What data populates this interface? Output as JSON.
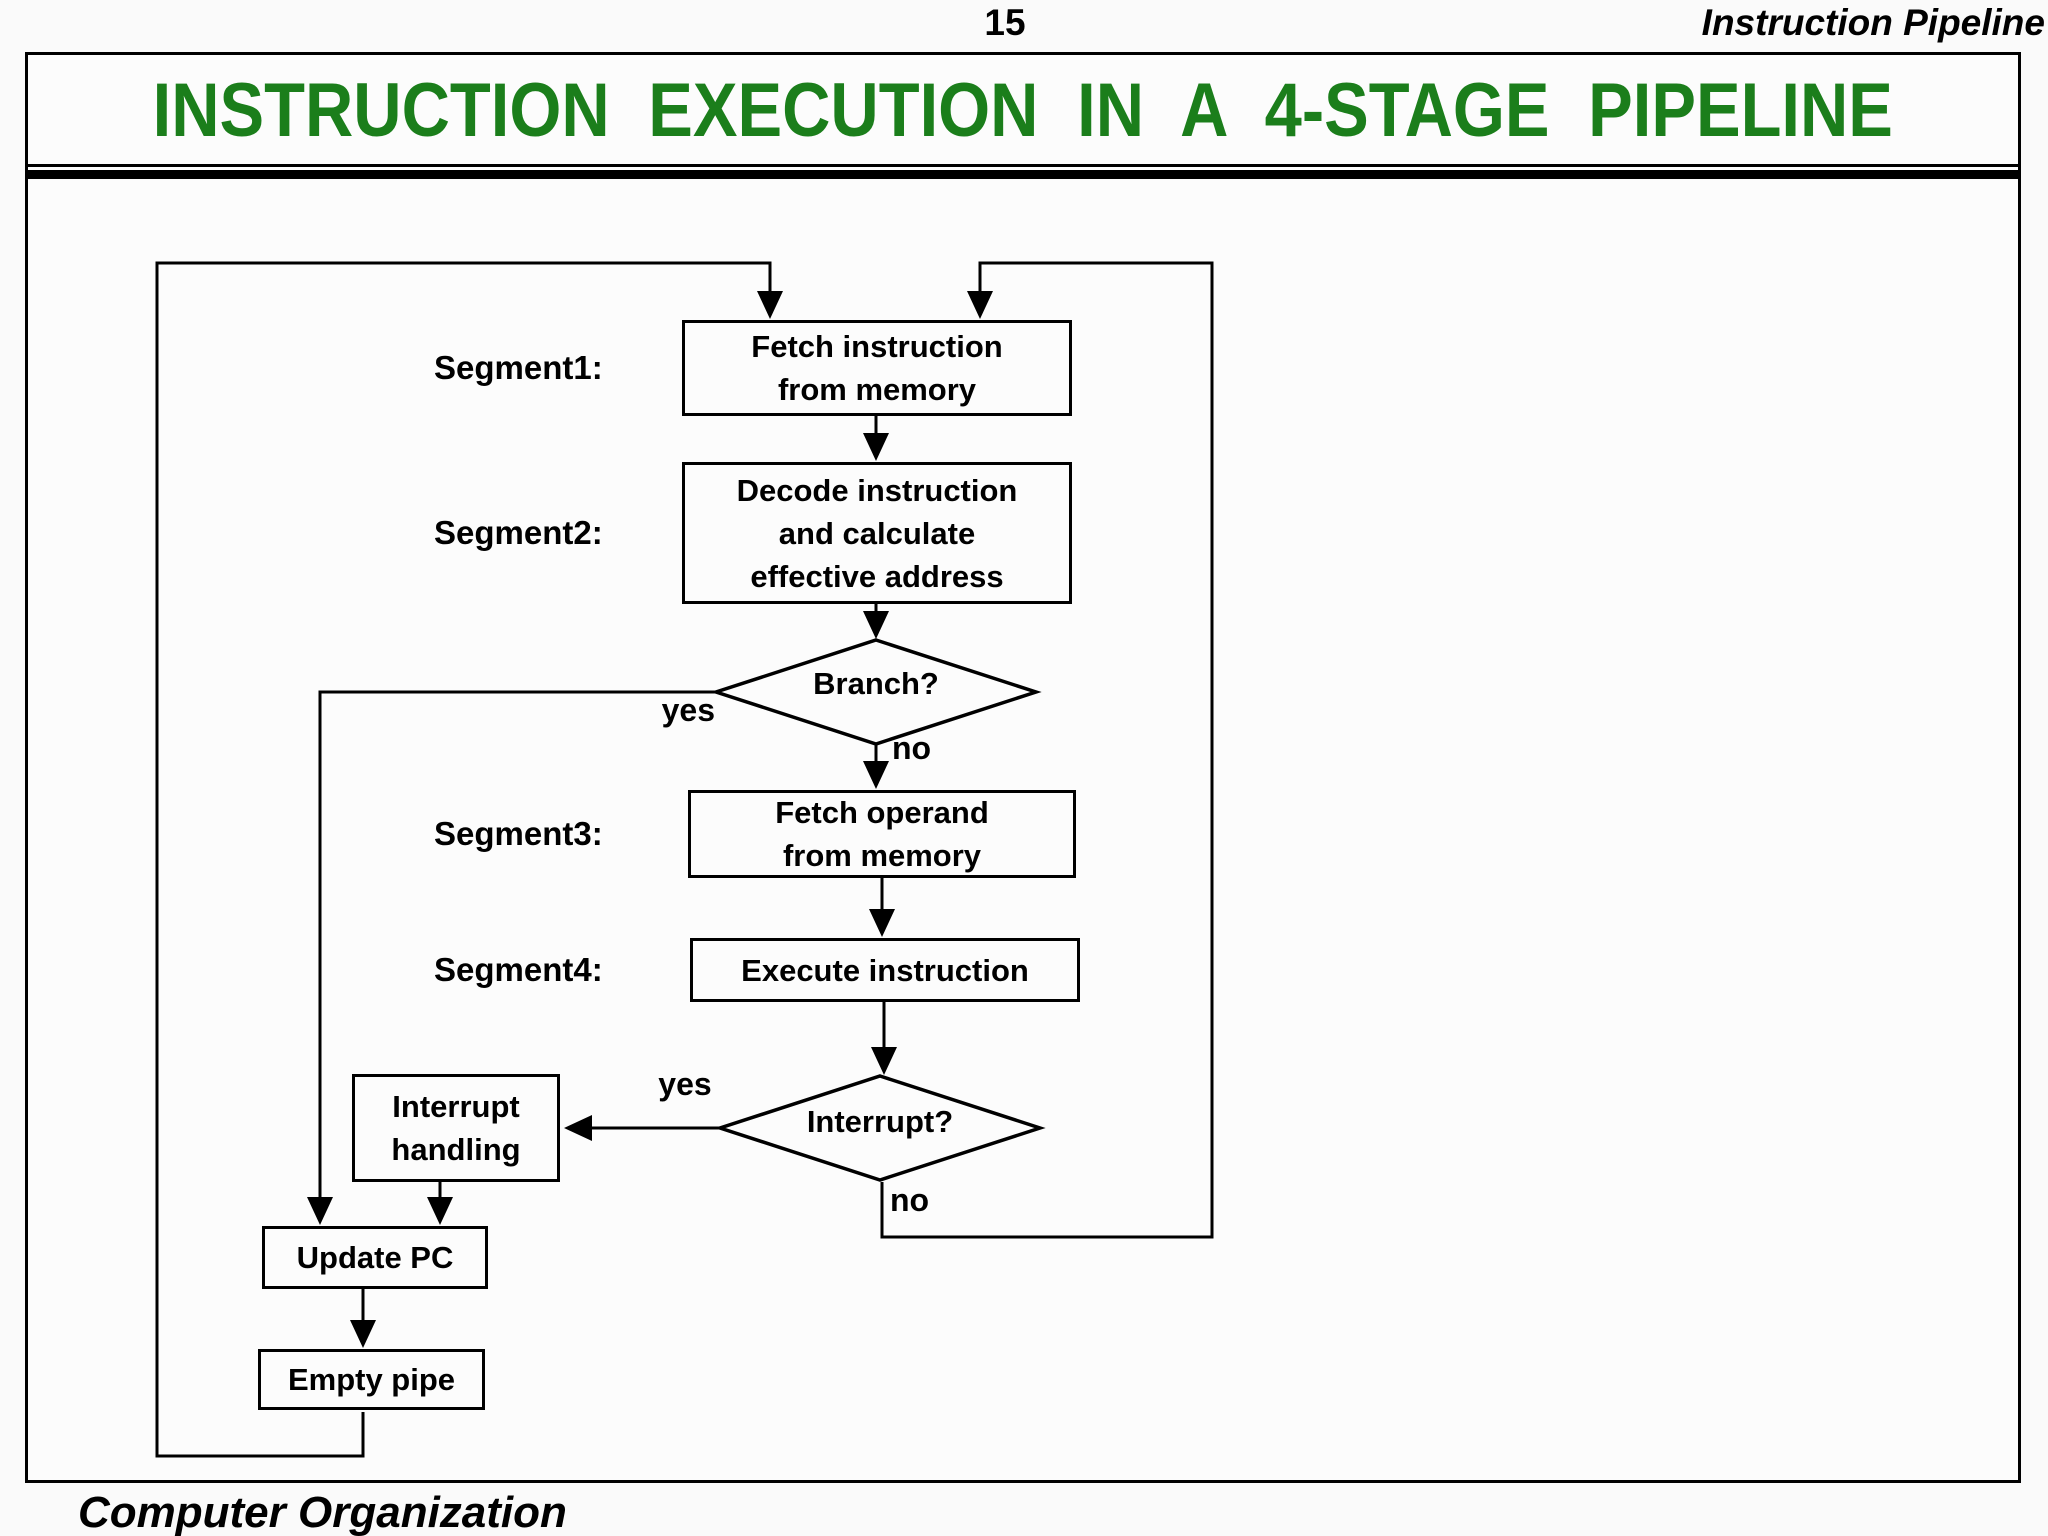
{
  "header": {
    "page_number": "15",
    "topic": "Instruction Pipeline"
  },
  "slide": {
    "title": "INSTRUCTION EXECUTION IN A 4-STAGE PIPELINE"
  },
  "flowchart": {
    "segment_labels": [
      "Segment1:",
      "Segment2:",
      "Segment3:",
      "Segment4:"
    ],
    "nodes": {
      "fetch_instruction": "Fetch instruction\nfrom memory",
      "decode": "Decode instruction\nand calculate\neffective address",
      "branch": "Branch?",
      "fetch_operand": "Fetch operand\nfrom memory",
      "execute": "Execute instruction",
      "interrupt": "Interrupt?",
      "interrupt_handling": "Interrupt\nhandling",
      "update_pc": "Update PC",
      "empty_pipe": "Empty pipe"
    },
    "edge_labels": {
      "branch_yes": "yes",
      "branch_no": "no",
      "interrupt_yes": "yes",
      "interrupt_no": "no"
    }
  },
  "footer": {
    "course_name": "Computer Organization"
  },
  "colors": {
    "title_green": "#1b7e1b",
    "ink": "#000000"
  }
}
